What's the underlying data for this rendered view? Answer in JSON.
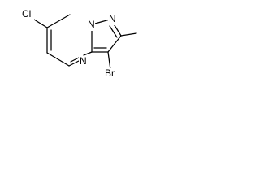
{
  "molecule": {
    "atoms": {
      "cl": "Cl",
      "br": "Br",
      "n_bridge": "N",
      "n_pyrazole": "N",
      "n_pyrimidine": "N"
    }
  }
}
